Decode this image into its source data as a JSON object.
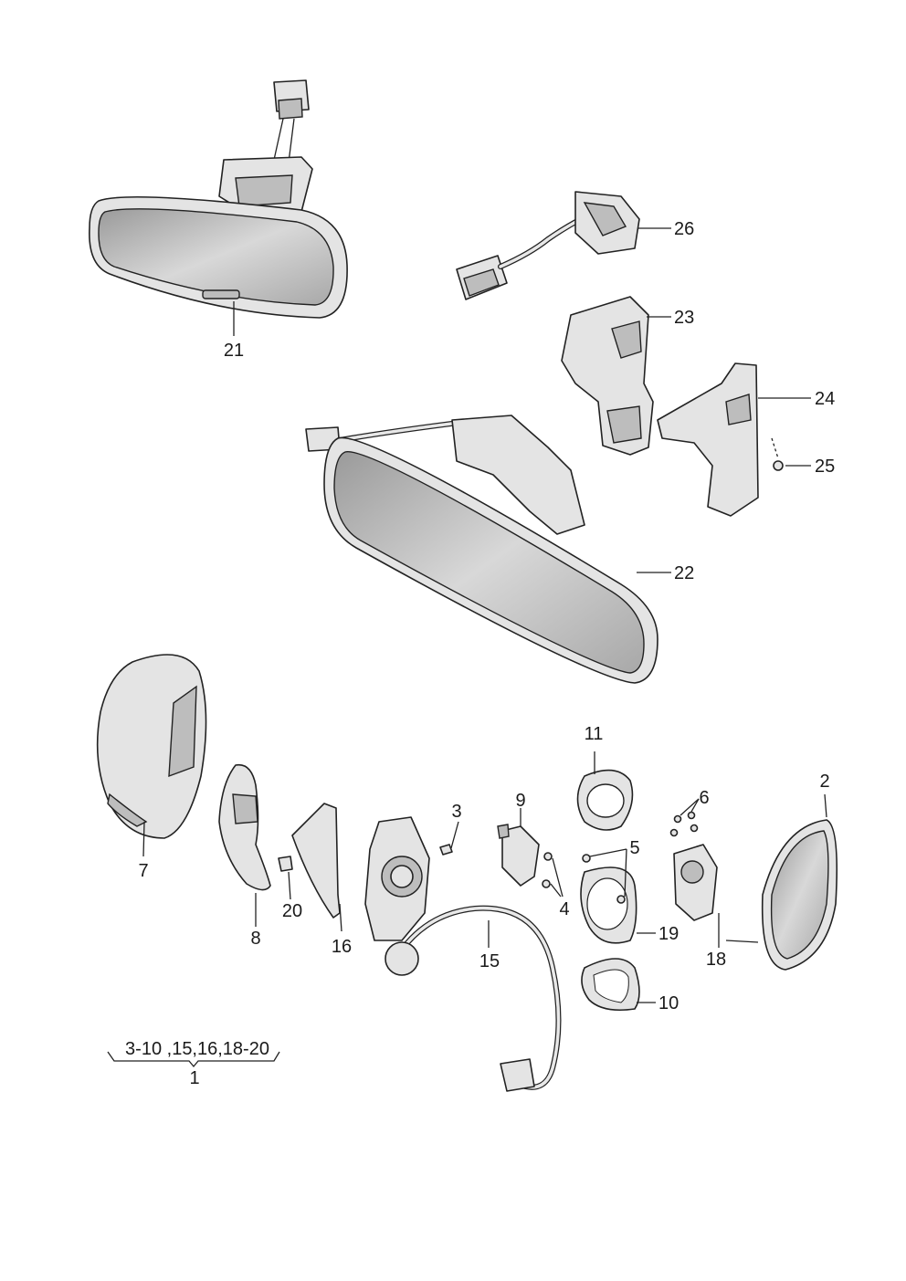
{
  "labels": {
    "l1": "1",
    "l2": "2",
    "l3": "3",
    "l4": "4",
    "l5": "5",
    "l6": "6",
    "l7": "7",
    "l8": "8",
    "l9": "9",
    "l10": "10",
    "l11": "11",
    "l15": "15",
    "l16": "16",
    "l18": "18",
    "l19": "19",
    "l20": "20",
    "l21": "21",
    "l22": "22",
    "l23": "23",
    "l24": "24",
    "l25": "25",
    "l26": "26",
    "group": "3-10 ,15,16,18-20"
  },
  "colors": {
    "line": "#222222",
    "part": "#e4e4e4",
    "background": "#ffffff"
  }
}
